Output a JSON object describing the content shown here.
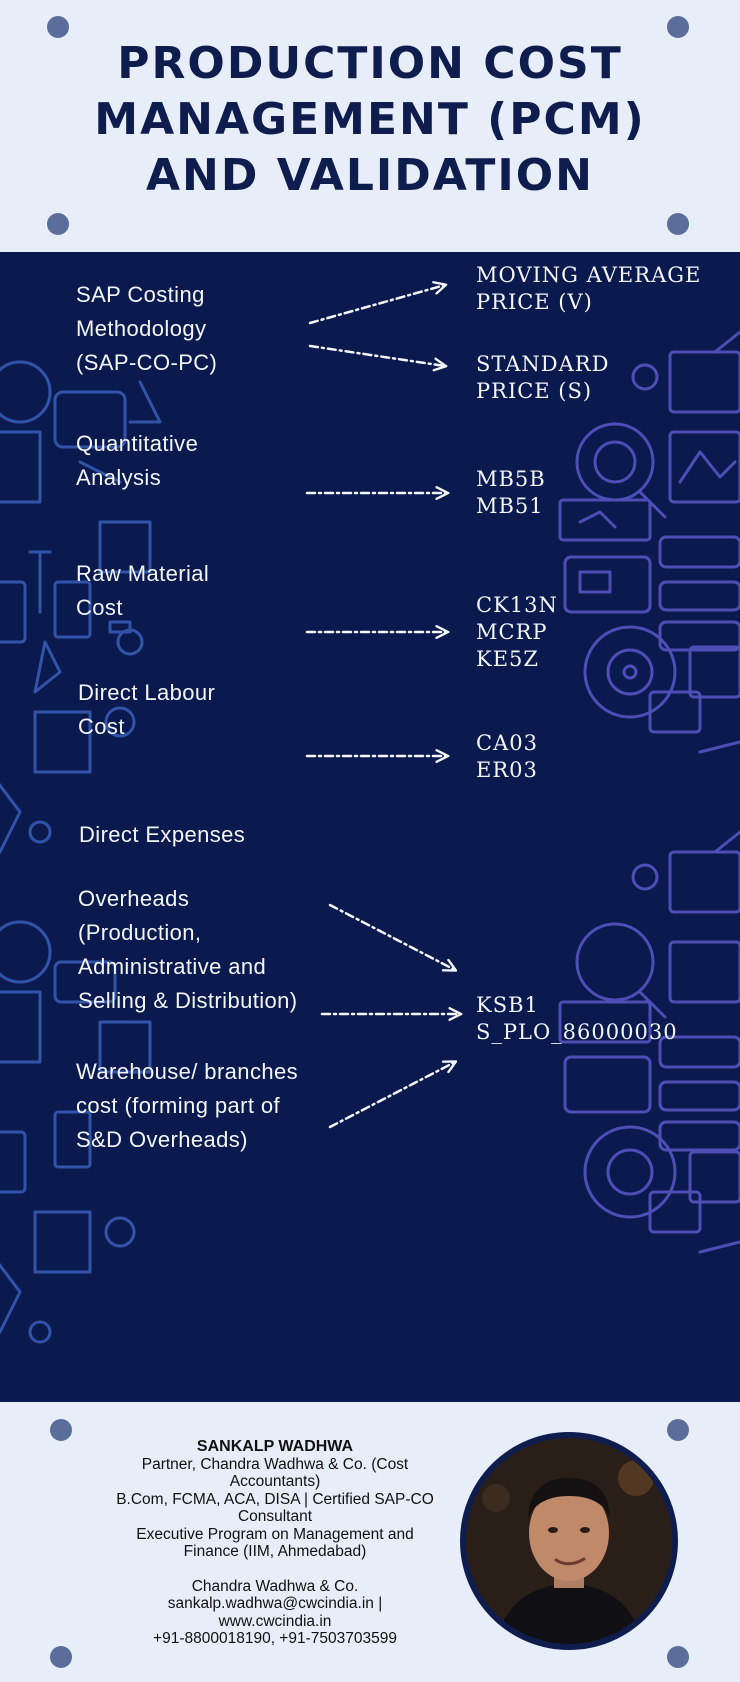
{
  "title": {
    "line1": "PRODUCTION COST",
    "line2": "MANAGEMENT (PCM)",
    "line3": "AND VALIDATION"
  },
  "rows": [
    {
      "label": [
        "SAP Costing",
        "Methodology",
        "(SAP-CO-PC)"
      ]
    },
    {
      "label": [
        "Quantitative",
        "Analysis"
      ]
    },
    {
      "label": [
        "Raw Material",
        "Cost"
      ]
    },
    {
      "label": [
        "Direct Labour",
        "Cost"
      ]
    },
    {
      "label": [
        "Direct Expenses"
      ]
    },
    {
      "label": [
        "Overheads",
        "(Production,",
        "Administrative and",
        "Selling & Distribution)"
      ]
    },
    {
      "label": [
        "Warehouse/ branches",
        "cost (forming part of",
        "S&D Overheads)"
      ]
    }
  ],
  "values": {
    "moving_average": [
      "MOVING AVERAGE",
      "PRICE (V)"
    ],
    "standard": [
      "STANDARD",
      "PRICE (S)"
    ],
    "quantitative": [
      "MB5B",
      "MB51"
    ],
    "raw_material": [
      "CK13N",
      "MCRP",
      "KE5Z"
    ],
    "direct_labour": [
      "CA03",
      "ER03"
    ],
    "overheads": [
      "KSB1",
      "S_PLO_86000030"
    ]
  },
  "footer": {
    "name": "SANKALP WADHWA",
    "lines": [
      "Partner, Chandra Wadhwa & Co. (Cost",
      "Accountants)",
      "B.Com, FCMA, ACA, DISA | Certified SAP-CO",
      "Consultant",
      "Executive Program on Management and",
      "Finance (IIM, Ahmedabad)"
    ],
    "firm": "Chandra Wadhwa & Co.",
    "email": "sankalp.wadhwa@cwcindia.in |",
    "website": "www.cwcindia.in",
    "phone": "+91-8800018190, +91-7503703599"
  },
  "colors": {
    "navy": "#0a1a4f",
    "title": "#0f1d4e",
    "light": "#e7eef9",
    "text": "#f4f6fb",
    "dot": "#5b6d9a",
    "deco": "#3a5fb8"
  }
}
